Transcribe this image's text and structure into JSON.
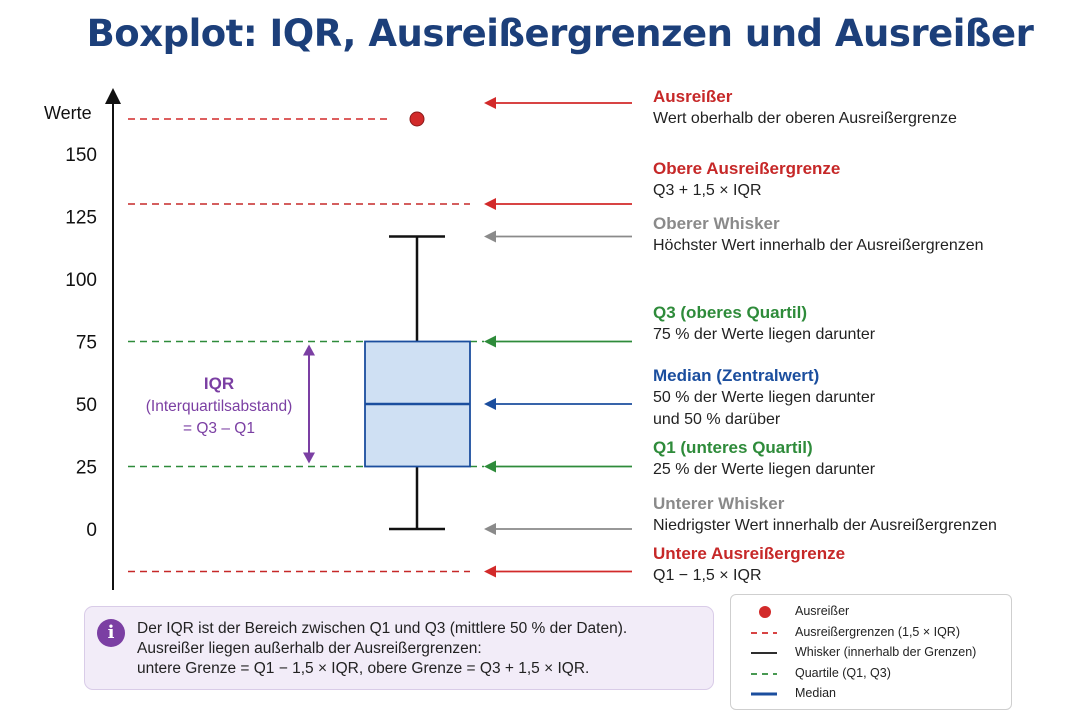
{
  "title": "Boxplot: IQR, Ausreißergrenzen und Ausreißer",
  "colors": {
    "title": "#1c3f7a",
    "outlier": "#d22a2a",
    "fence": "#c62828",
    "whisker": "#8a8a8a",
    "quartile": "#2e8b3a",
    "median": "#1b4e9e",
    "iqr": "#7b3fa3",
    "box_fill": "#cfe0f3",
    "box_stroke": "#1b4e9e"
  },
  "chart_data": {
    "type": "boxplot",
    "ylabel": "Werte",
    "yticks": [
      0,
      25,
      50,
      75,
      100,
      125,
      150
    ],
    "ylim": [
      -17,
      170
    ],
    "q1": 25,
    "median": 50,
    "q3": 75,
    "lower_whisker": 0,
    "upper_whisker": 117,
    "lower_fence": -17,
    "upper_fence": 130,
    "outliers": [
      164
    ],
    "iqr_label": [
      "IQR",
      "(Interquartilsabstand)",
      "= Q3 – Q1"
    ]
  },
  "annotations": [
    {
      "key": "outlier",
      "value": 164,
      "title": "Ausreißer",
      "desc": [
        "Wert oberhalb der oberen Ausreißergrenze"
      ],
      "color": "#c62828",
      "arrow_color": "#d22a2a"
    },
    {
      "key": "upper_fence",
      "value": 130,
      "title": "Obere Ausreißergrenze",
      "desc": [
        "Q3 + 1,5 × IQR"
      ],
      "color": "#c62828",
      "arrow_color": "#d22a2a"
    },
    {
      "key": "upper_whisker",
      "value": 117,
      "title": "Oberer Whisker",
      "desc": [
        "Höchster Wert innerhalb der Ausreißergrenzen"
      ],
      "color": "#8a8a8a",
      "arrow_color": "#8a8a8a"
    },
    {
      "key": "q3",
      "value": 75,
      "title": "Q3 (oberes Quartil)",
      "desc": [
        "75 % der Werte liegen darunter"
      ],
      "color": "#2e8b3a",
      "arrow_color": "#2e8b3a"
    },
    {
      "key": "median",
      "value": 50,
      "title": "Median (Zentralwert)",
      "desc": [
        "50 % der Werte liegen darunter",
        "und 50 % darüber"
      ],
      "color": "#1b4e9e",
      "arrow_color": "#1b4e9e"
    },
    {
      "key": "q1",
      "value": 25,
      "title": "Q1 (unteres Quartil)",
      "desc": [
        "25 % der Werte liegen darunter"
      ],
      "color": "#2e8b3a",
      "arrow_color": "#2e8b3a"
    },
    {
      "key": "lower_whisker",
      "value": 0,
      "title": "Unterer Whisker",
      "desc": [
        "Niedrigster Wert innerhalb der Ausreißergrenzen"
      ],
      "color": "#8a8a8a",
      "arrow_color": "#8a8a8a"
    },
    {
      "key": "lower_fence",
      "value": -17,
      "title": "Untere Ausreißergrenze",
      "desc": [
        "Q1 − 1,5 × IQR"
      ],
      "color": "#c62828",
      "arrow_color": "#d22a2a"
    }
  ],
  "info": {
    "icon": "info-icon",
    "lines": [
      "Der IQR ist der Bereich zwischen Q1 und Q3 (mittlere 50 % der Daten).",
      "Ausreißer liegen außerhalb der Ausreißergrenzen:",
      "untere Grenze = Q1 − 1,5 × IQR, obere Grenze = Q3 + 1,5 × IQR."
    ]
  },
  "legend": {
    "items": [
      {
        "label": "Ausreißer",
        "symbol": "dot",
        "color": "#d22a2a"
      },
      {
        "label": "Ausreißergrenzen (1,5 × IQR)",
        "symbol": "dashed",
        "color": "#d22a2a"
      },
      {
        "label": "Whisker (innerhalb der Grenzen)",
        "symbol": "solid",
        "color": "#111111"
      },
      {
        "label": "Quartile (Q1, Q3)",
        "symbol": "dashed",
        "color": "#2e8b3a"
      },
      {
        "label": "Median",
        "symbol": "thick",
        "color": "#1b4e9e"
      }
    ]
  }
}
